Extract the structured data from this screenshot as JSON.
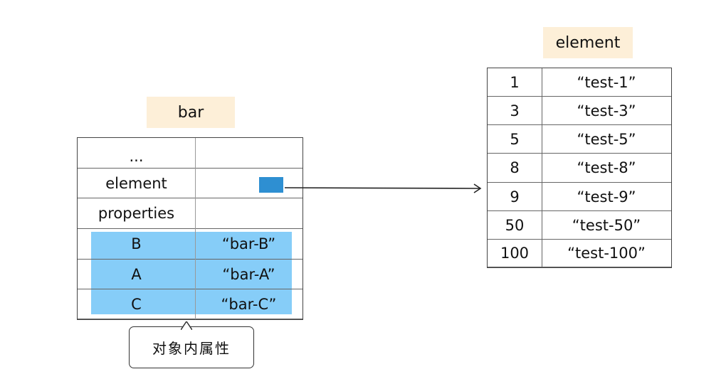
{
  "bar": {
    "title": "bar",
    "rows": [
      {
        "key": "...",
        "value": ""
      },
      {
        "key": "element",
        "value": ""
      },
      {
        "key": "properties",
        "value": ""
      },
      {
        "key": "B",
        "value": "“bar-B”"
      },
      {
        "key": "A",
        "value": "“bar-A”"
      },
      {
        "key": "C",
        "value": "“bar-C”"
      }
    ]
  },
  "element": {
    "title": "element",
    "rows": [
      {
        "index": "1",
        "value": "“test-1”"
      },
      {
        "index": "3",
        "value": "“test-3”"
      },
      {
        "index": "5",
        "value": "“test-5”"
      },
      {
        "index": "8",
        "value": "“test-8”"
      },
      {
        "index": "9",
        "value": "“test-9”"
      },
      {
        "index": "50",
        "value": "“test-50”"
      },
      {
        "index": "100",
        "value": "“test-100”"
      }
    ]
  },
  "callout": {
    "label": "对象内属性"
  },
  "colors": {
    "title_bg": "#fdefd8",
    "highlight": "#86cdf8",
    "pointer": "#2e8fd2"
  }
}
